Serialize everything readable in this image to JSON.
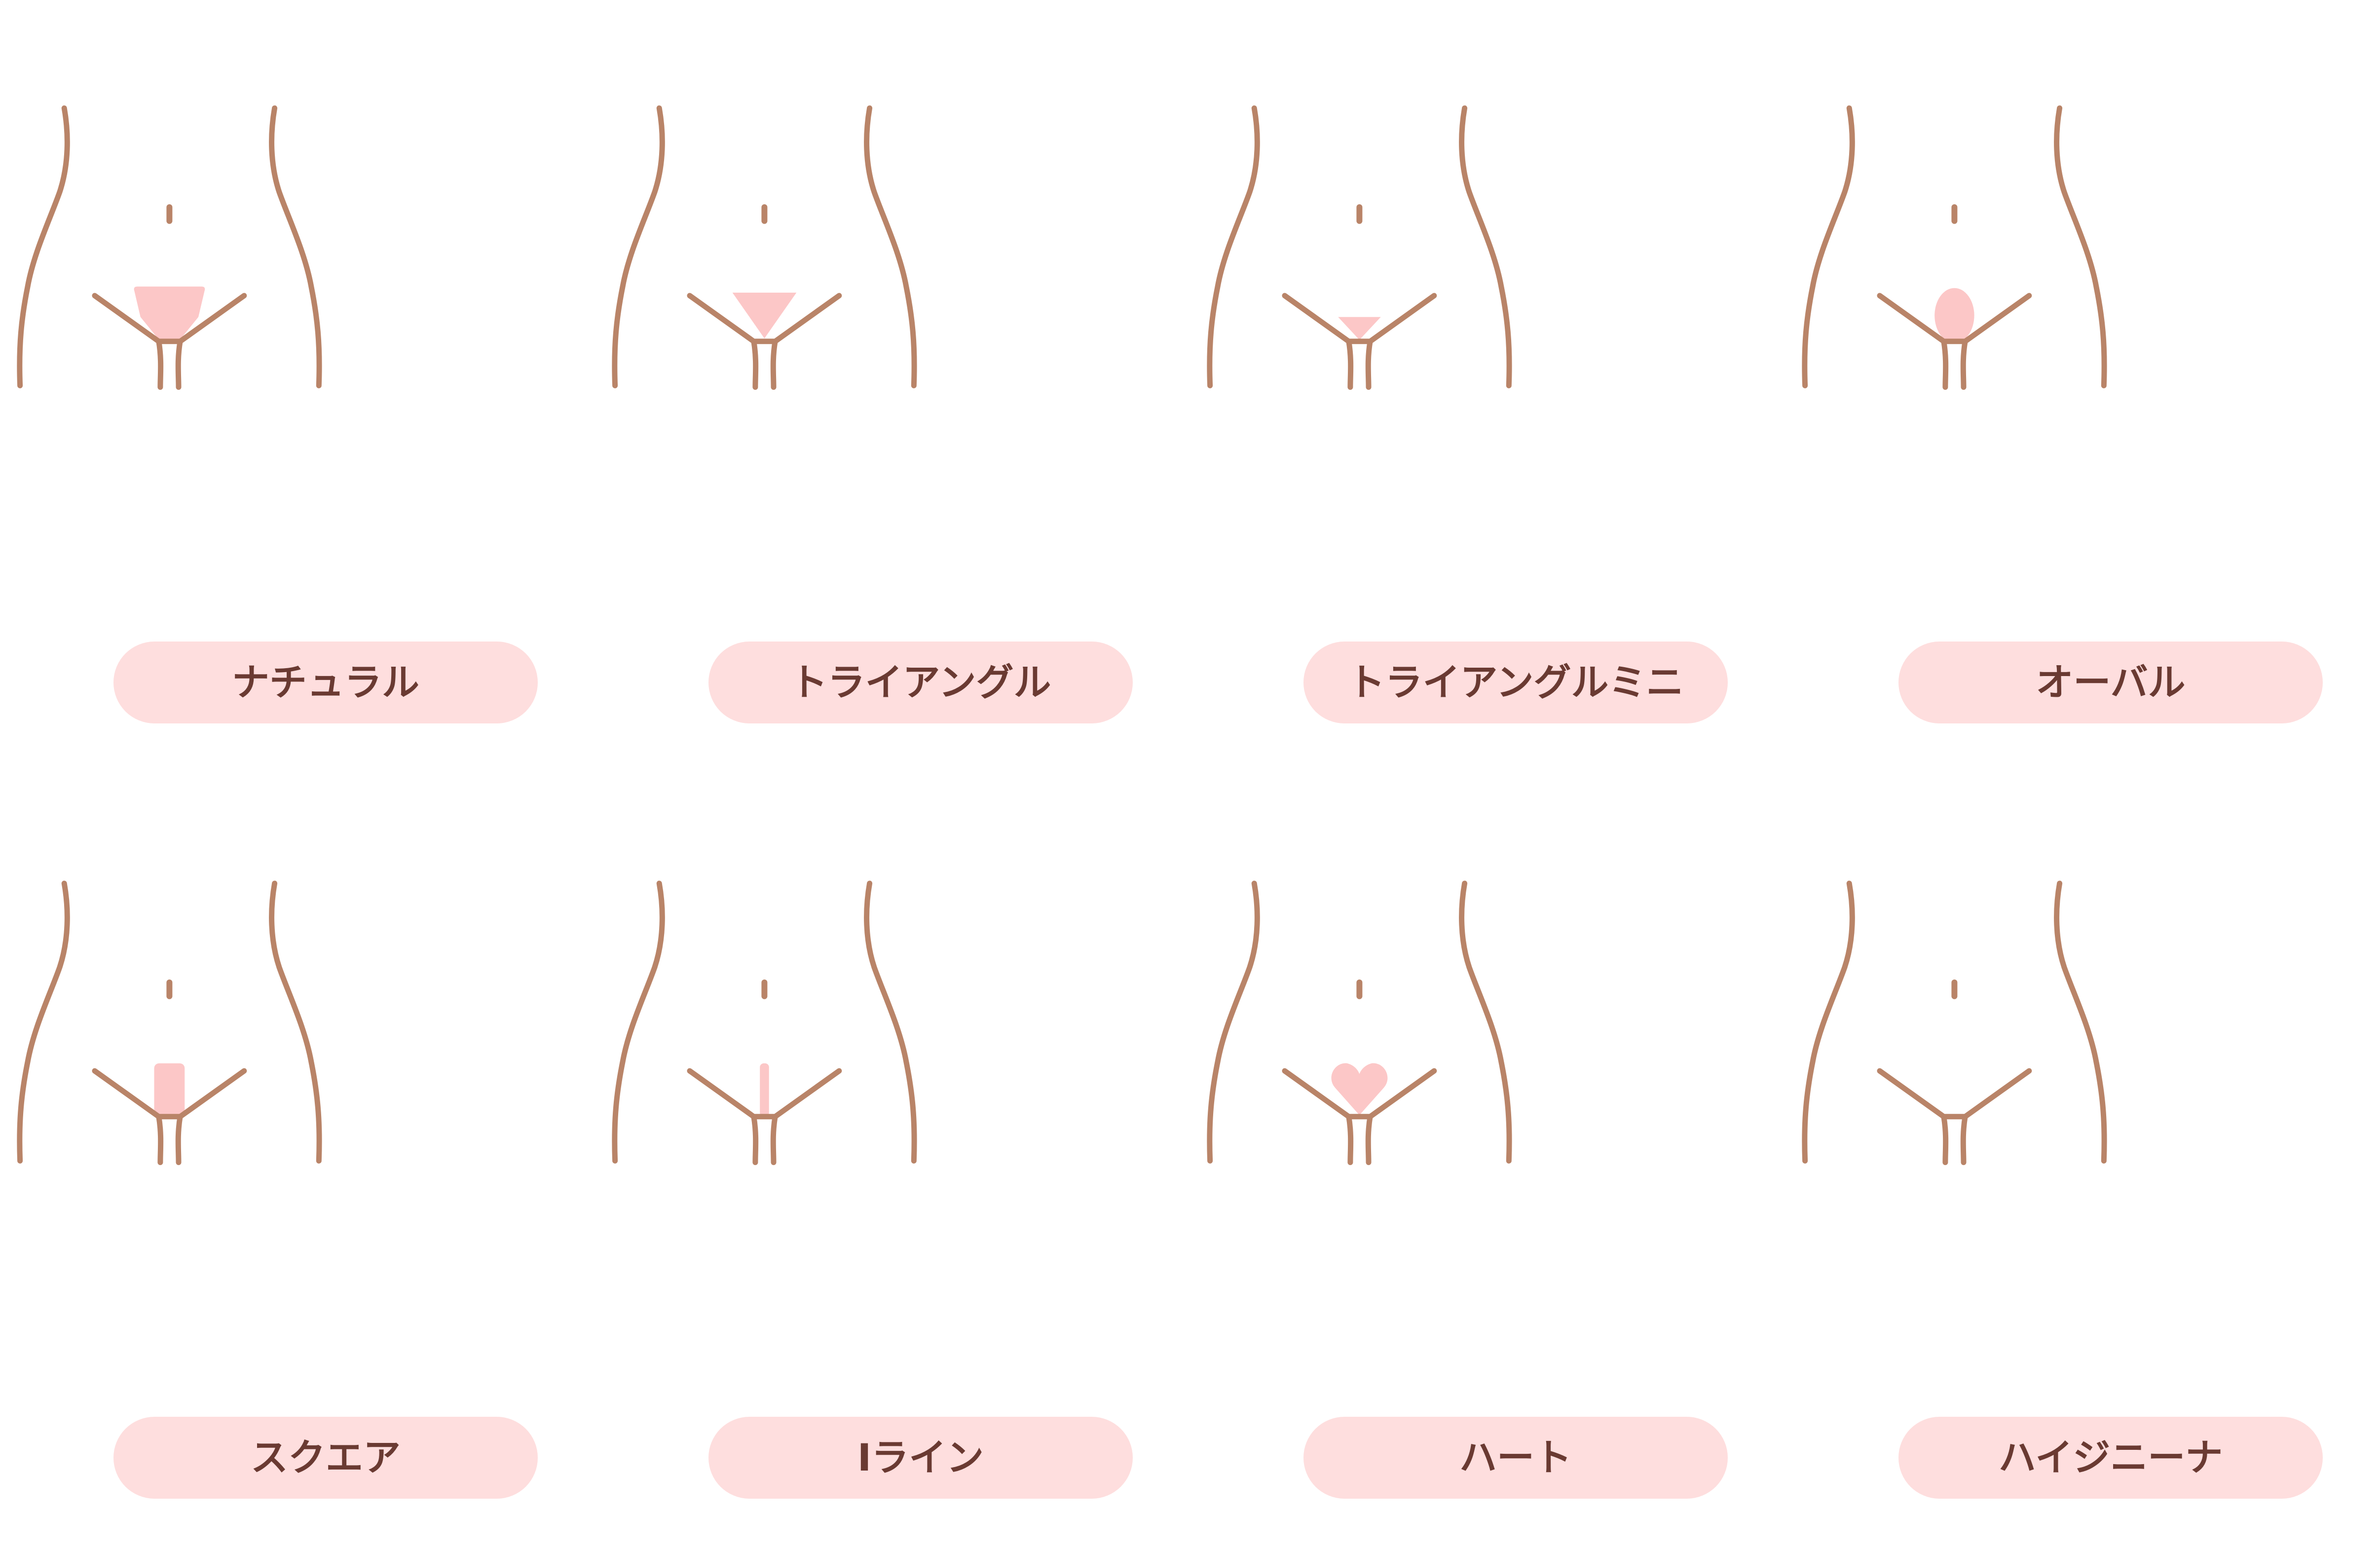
{
  "colors": {
    "background": "#ffffff",
    "body_outline": "#b98468",
    "hair_area": "#fcc7c7",
    "label_background": "#fedede",
    "label_text": "#6a3a32"
  },
  "styles": [
    {
      "id": "natural",
      "label": "ナチュラル",
      "shape": "trapezoid"
    },
    {
      "id": "triangle",
      "label": "トライアングル",
      "shape": "triangle"
    },
    {
      "id": "triangle-mini",
      "label": "トライアングルミニ",
      "shape": "triangle-mini"
    },
    {
      "id": "oval",
      "label": "オーバル",
      "shape": "oval"
    },
    {
      "id": "square",
      "label": "スクエア",
      "shape": "square"
    },
    {
      "id": "i-line",
      "label": "Iライン",
      "shape": "i-line"
    },
    {
      "id": "heart",
      "label": "ハート",
      "shape": "heart"
    },
    {
      "id": "hygienic",
      "label": "ハイジニーナ",
      "shape": "none"
    }
  ]
}
